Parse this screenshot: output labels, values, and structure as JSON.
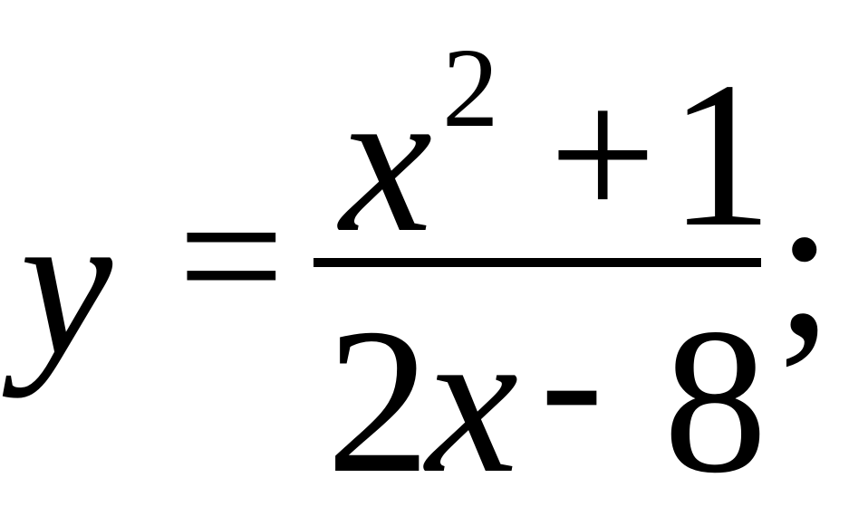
{
  "formula": {
    "lhs_variable": "y",
    "equals_sign": "=",
    "numerator": {
      "variable": "x",
      "exponent": "2",
      "operator": "+",
      "constant": "1"
    },
    "denominator": {
      "coefficient": "2",
      "variable": "x",
      "operator": "-",
      "constant": "8"
    },
    "terminator": ";"
  }
}
